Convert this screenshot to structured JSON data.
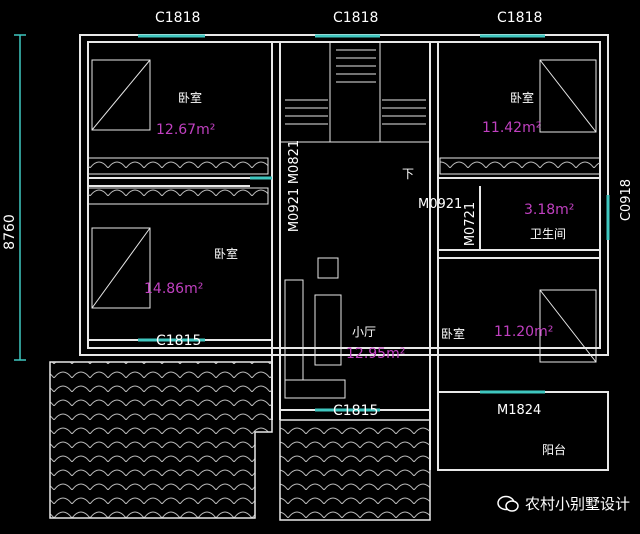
{
  "dimension": "8760",
  "windows": {
    "top_left": "C1818",
    "top_mid": "C1818",
    "top_right": "C1818",
    "left_mid": "C1815",
    "bottom_mid": "C1815",
    "right_bath": "C0918"
  },
  "doors": {
    "d1": "M0821",
    "d2": "M0921",
    "d3": "M0921",
    "d4": "M0721",
    "d5": "M1824"
  },
  "rooms": {
    "bed1": {
      "name": "卧室",
      "area": "12.67m²"
    },
    "bed2": {
      "name": "卧室",
      "area": "11.42m²"
    },
    "bed3": {
      "name": "卧室",
      "area": "14.86m²"
    },
    "bed4": {
      "name": "卧室",
      "area": "11.20m²"
    },
    "hall": {
      "name": "小厅",
      "area": "12.95m²"
    },
    "bath": {
      "name": "卫生间",
      "area": "3.18m²"
    },
    "balcony": {
      "name": "阳台"
    }
  },
  "stair_down": "下",
  "watermark": "农村小别墅设计",
  "colors": {
    "background": "#000000",
    "wall": "#e8e8e8",
    "window": "#3fc7c0",
    "area": "#c040c0",
    "text": "#ffffff"
  }
}
